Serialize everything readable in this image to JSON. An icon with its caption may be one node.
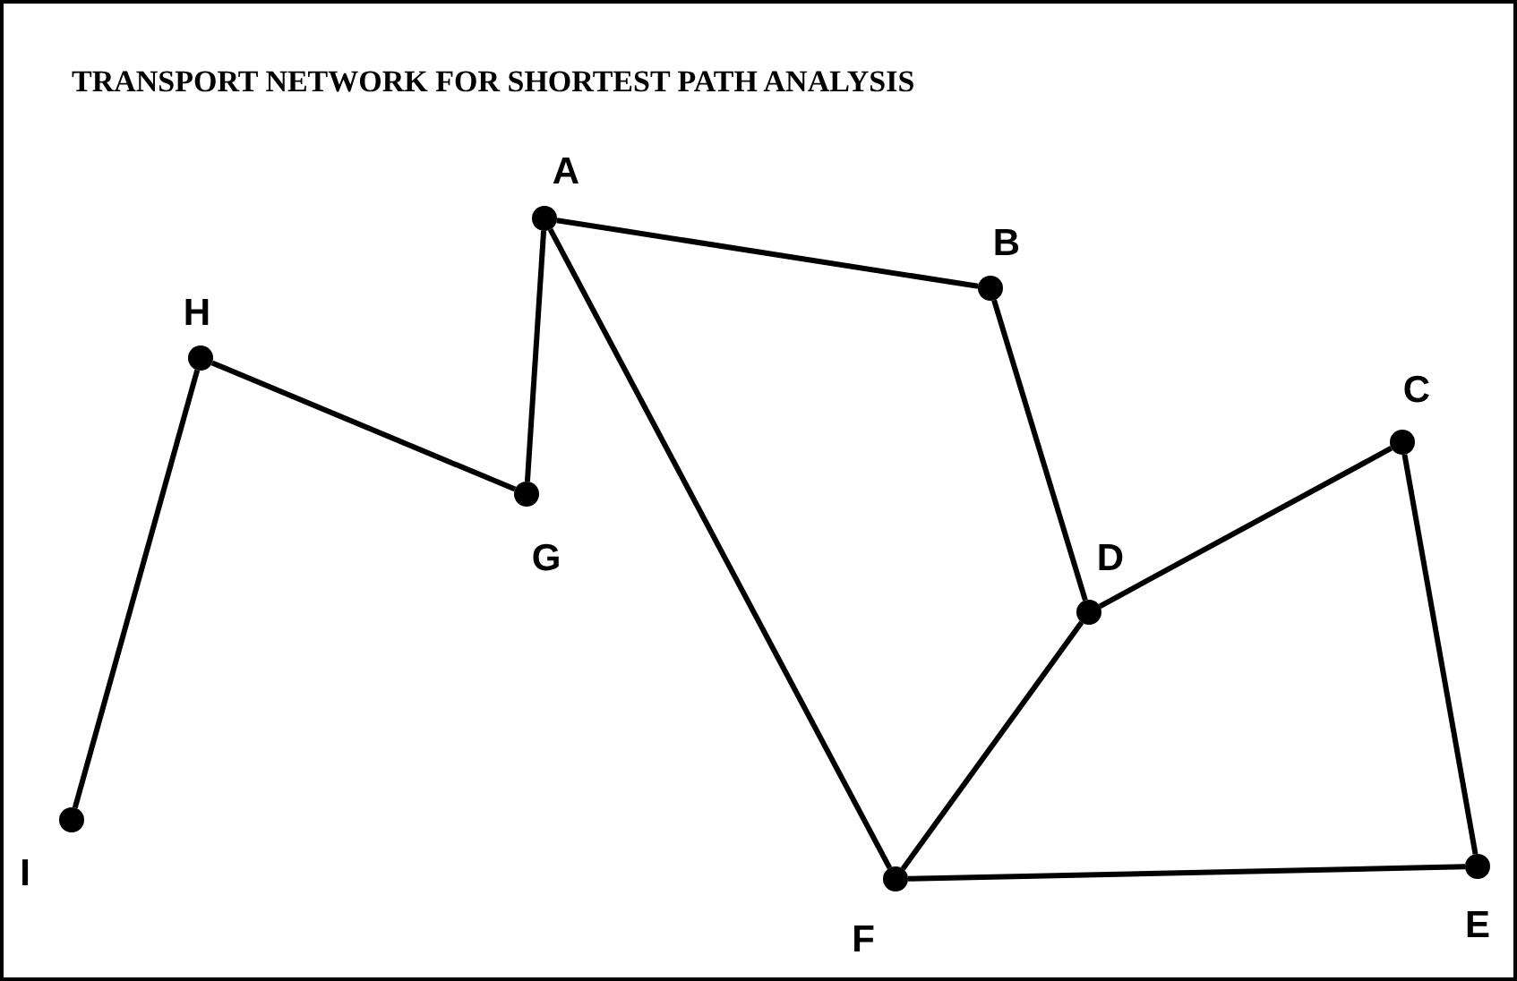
{
  "diagram": {
    "title": "TRANSPORT NETWORK FOR SHORTEST PATH ANALYSIS",
    "nodes": [
      {
        "text": [
          "A"
        ]
      },
      {
        "text": [
          "B"
        ]
      },
      {
        "text": [
          "C"
        ]
      },
      {
        "text": [
          "D"
        ]
      },
      {
        "text": [
          "E"
        ]
      },
      {
        "text": [
          "F"
        ]
      },
      {
        "text": [
          "G"
        ]
      },
      {
        "text": [
          "H"
        ]
      },
      {
        "text": [
          "I"
        ]
      }
    ],
    "edges": [
      {
        "from": 0,
        "to": 1,
        "arrow": "none"
      },
      {
        "from": 1,
        "to": 3,
        "arrow": "none"
      },
      {
        "from": 0,
        "to": 6,
        "arrow": "none"
      },
      {
        "from": 6,
        "to": 7,
        "arrow": "none"
      },
      {
        "from": 7,
        "to": 8,
        "arrow": "none"
      },
      {
        "from": 0,
        "to": 5,
        "arrow": "none"
      },
      {
        "from": 5,
        "to": 3,
        "arrow": "none"
      },
      {
        "from": 3,
        "to": 2,
        "arrow": "none"
      },
      {
        "from": 2,
        "to": 4,
        "arrow": "none"
      },
      {
        "from": 5,
        "to": 4,
        "arrow": "none"
      }
    ]
  }
}
